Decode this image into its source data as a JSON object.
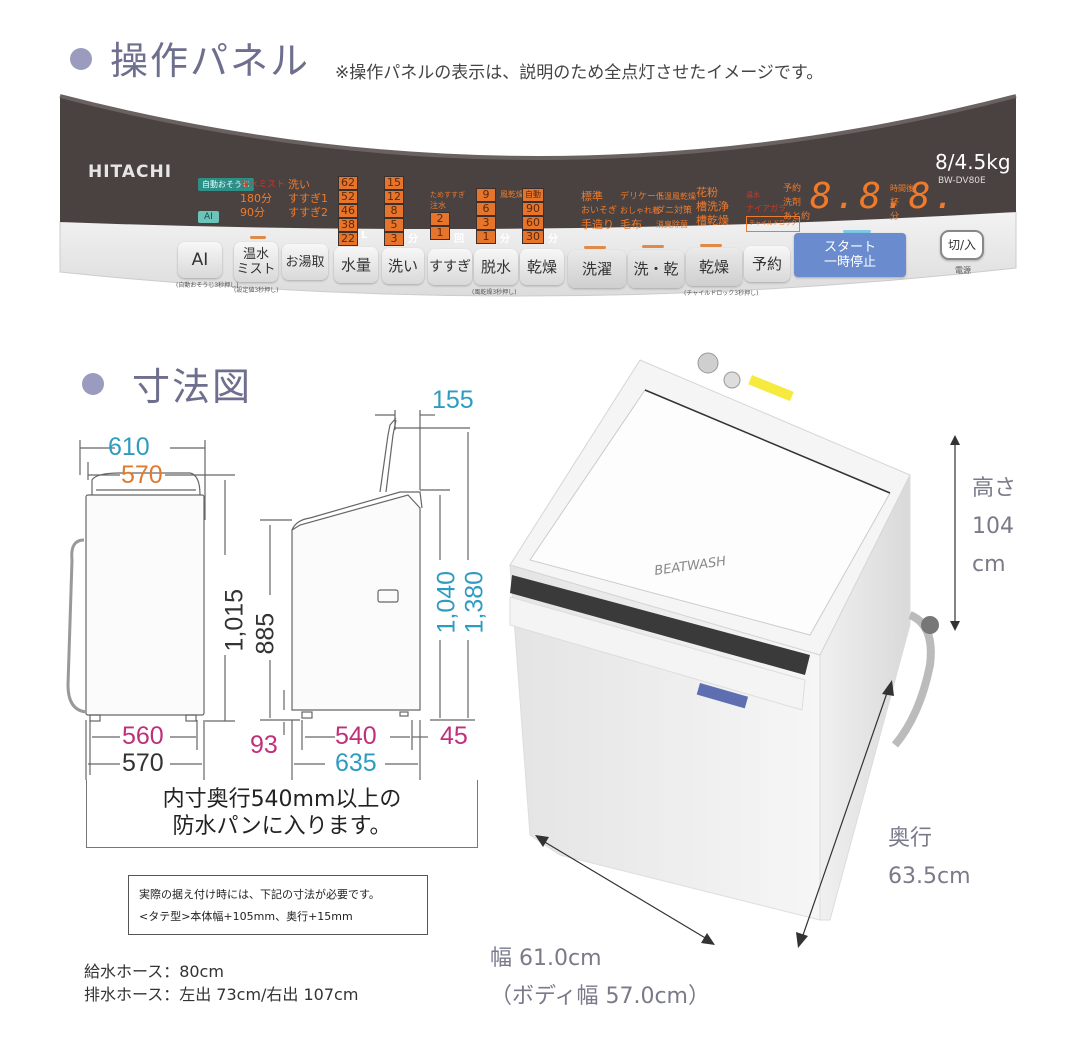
{
  "control_panel_section": {
    "title": "操作パネル",
    "note": "※操作パネルの表示は、説明のため全点灯させたイメージです。",
    "brand": "HITACHI",
    "capacity": "8/4.5kg",
    "model": "BW-DV80E",
    "tags": {
      "auto_detergent": "自動おそうじ",
      "ai": "AI"
    },
    "led_columns": {
      "mist": {
        "header": "温水ミスト",
        "values": [
          "180分",
          "90分"
        ]
      },
      "stages": [
        "洗い",
        "すすぎ1",
        "すすぎ2"
      ],
      "water_level": {
        "values": [
          "62",
          "52",
          "46",
          "38",
          "22"
        ],
        "unit": "L"
      },
      "wash_time": {
        "values": [
          "15",
          "12",
          "8",
          "5",
          "3"
        ],
        "unit": "分"
      },
      "rinse": {
        "labels": [
          "ためすすぎ",
          "注水"
        ],
        "values": [
          "2",
          "1"
        ],
        "unit": "回"
      },
      "spin": {
        "values": [
          "9",
          "6",
          "3",
          "1"
        ],
        "unit": "分",
        "extra": "風乾燥"
      },
      "dry": {
        "values": [
          "自動",
          "90",
          "60",
          "30"
        ],
        "unit": "分"
      },
      "courses_col1": [
        "標準",
        "おいそぎ",
        "手造り"
      ],
      "courses_col2": [
        "デリケート",
        "おしゃれ着",
        "毛布"
      ],
      "courses_col3": [
        "低温風乾燥",
        "ダニ対策",
        "消臭除菌"
      ],
      "courses_col4": [
        "花粉",
        "槽洗浄",
        "槽乾燥"
      ],
      "status_leds": [
        "温水",
        "ナイアガラ",
        "チャイルドロック"
      ],
      "reservation_labels": [
        "予約",
        "洗剤",
        "あと約"
      ],
      "segment_display": "8.8.8.",
      "segment_units": [
        "時間後",
        "杯",
        "分"
      ]
    },
    "buttons": [
      {
        "id": "ai",
        "label": "AI",
        "caption": "(自動おそうじ3秒押し)"
      },
      {
        "id": "mist",
        "label": "温水\nミスト",
        "caption": "(設定値3秒押し)"
      },
      {
        "id": "bath",
        "label": "お湯取"
      },
      {
        "id": "water",
        "label": "水量"
      },
      {
        "id": "wash",
        "label": "洗い"
      },
      {
        "id": "rinse",
        "label": "すすぎ"
      },
      {
        "id": "spin",
        "label": "脱水",
        "caption": "(風乾燥3秒押し)"
      },
      {
        "id": "dry",
        "label": "乾燥"
      },
      {
        "id": "washing",
        "label": "洗濯"
      },
      {
        "id": "wash_dry",
        "label": "洗・乾"
      },
      {
        "id": "drying",
        "label": "乾燥",
        "caption": "(チャイルドロック3秒押し)"
      },
      {
        "id": "reserve",
        "label": "予約"
      },
      {
        "id": "start",
        "label": "スタート\n一時停止"
      },
      {
        "id": "power",
        "label": "切/入",
        "caption": "電源"
      }
    ]
  },
  "dimension_section": {
    "title": "寸法図",
    "front_view": {
      "overall_width": "610",
      "body_width_top": "570",
      "height": "1,015",
      "bottom_inner": "560",
      "bottom_outer": "570"
    },
    "side_view": {
      "lid_clearance": "155",
      "body_height": "885",
      "height_closed": "1,040",
      "height_open": "1,380",
      "foot_height": "93",
      "inner_depth": "540",
      "rear_offset": "45",
      "overall_depth": "635"
    },
    "pan_note": [
      "内寸奥行540mm以上の",
      "防水パンに入ります。"
    ],
    "install_note": [
      "実際の据え付け時には、下記の寸法が必要です。",
      "<タテ型>本体幅+105mm、奥行+15mm"
    ],
    "hoses": [
      "給水ホース：80cm",
      "排水ホース：左出 73cm/右出 107cm"
    ]
  },
  "product_photo": {
    "height_label": [
      "高さ",
      "104",
      "cm"
    ],
    "depth_label": [
      "奥行",
      "63.5cm"
    ],
    "width_label": [
      "幅 61.0cm",
      "（ボディ幅 57.0cm）"
    ],
    "brand_on_lid": "BEATWASH"
  },
  "colors": {
    "heading": "#6e6e8e",
    "dot": "#9b9bbf",
    "panel_dark": "#4a4241",
    "led_orange": "#f07a2a",
    "dim_blue": "#2e9cc0",
    "dim_orange": "#e07a2e",
    "dim_pink": "#c0307a",
    "start_button": "#6a8ccf"
  }
}
